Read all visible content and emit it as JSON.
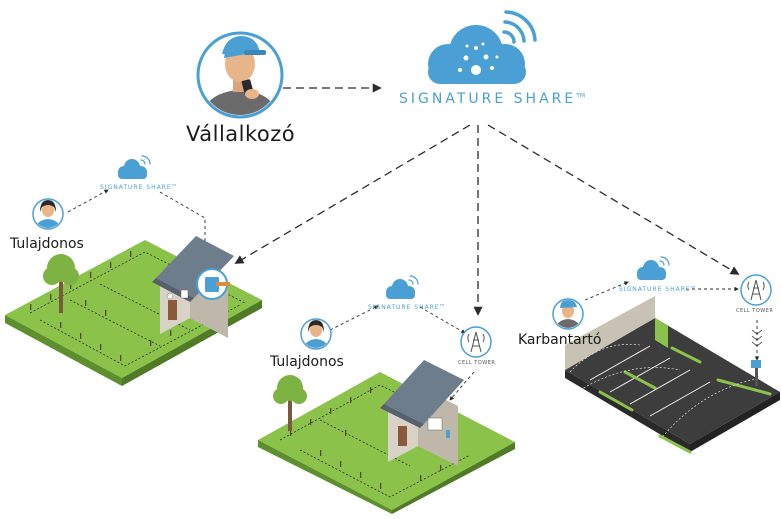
{
  "labels": {
    "contractor": "Vállalkozó",
    "owner_left": "Tulajdonos",
    "owner_center": "Tulajdonos",
    "maintenance": "Karbantartó"
  },
  "brand": {
    "name": "SIGNATURE SHARE",
    "trademark": "TM"
  },
  "tower": {
    "label": "CELL TOWER"
  },
  "colors": {
    "cloud": "#4a9fd4",
    "grass": "#8bc34a",
    "grass_side": "#5e8f2e",
    "pavement": "#3d3d3d",
    "house_wall": "#d9d3c7",
    "roof": "#6e7d8c",
    "skin": "#e8b48a",
    "cap": "#4a9fd4"
  }
}
